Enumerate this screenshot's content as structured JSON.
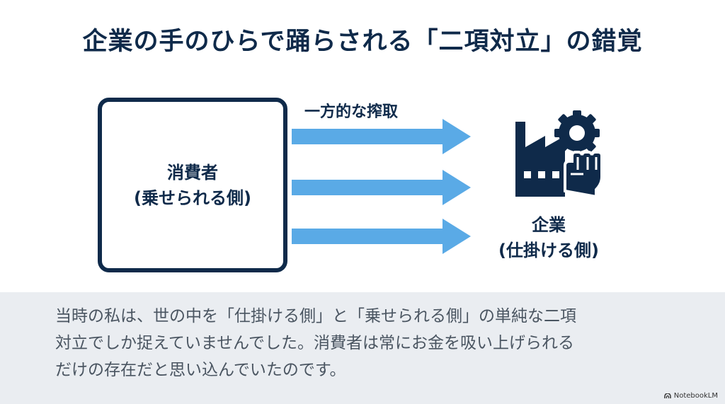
{
  "title": "企業の手のひらで踊らされる「二項対立」の錯覚",
  "consumer": {
    "line1": "消費者",
    "line2": "(乗せられる側)"
  },
  "arrow_label": "一方的な搾取",
  "company": {
    "line1": "企業",
    "line2": "(仕掛ける側)",
    "icon": "factory-gear-fist-icon"
  },
  "body_text": {
    "line1": "当時の私は、世の中を「仕掛ける側」と「乗せられる側」の単純な二項",
    "line2": "対立でしか捉えていませんでした。消費者は常にお金を吸い上げられる",
    "line3": "だけの存在だと思い込んでいたのです。"
  },
  "watermark": "NotebookLM",
  "colors": {
    "navy": "#0f2a4a",
    "arrow": "#5aaae6",
    "band": "#eaedf1",
    "body_text": "#4a5561"
  }
}
